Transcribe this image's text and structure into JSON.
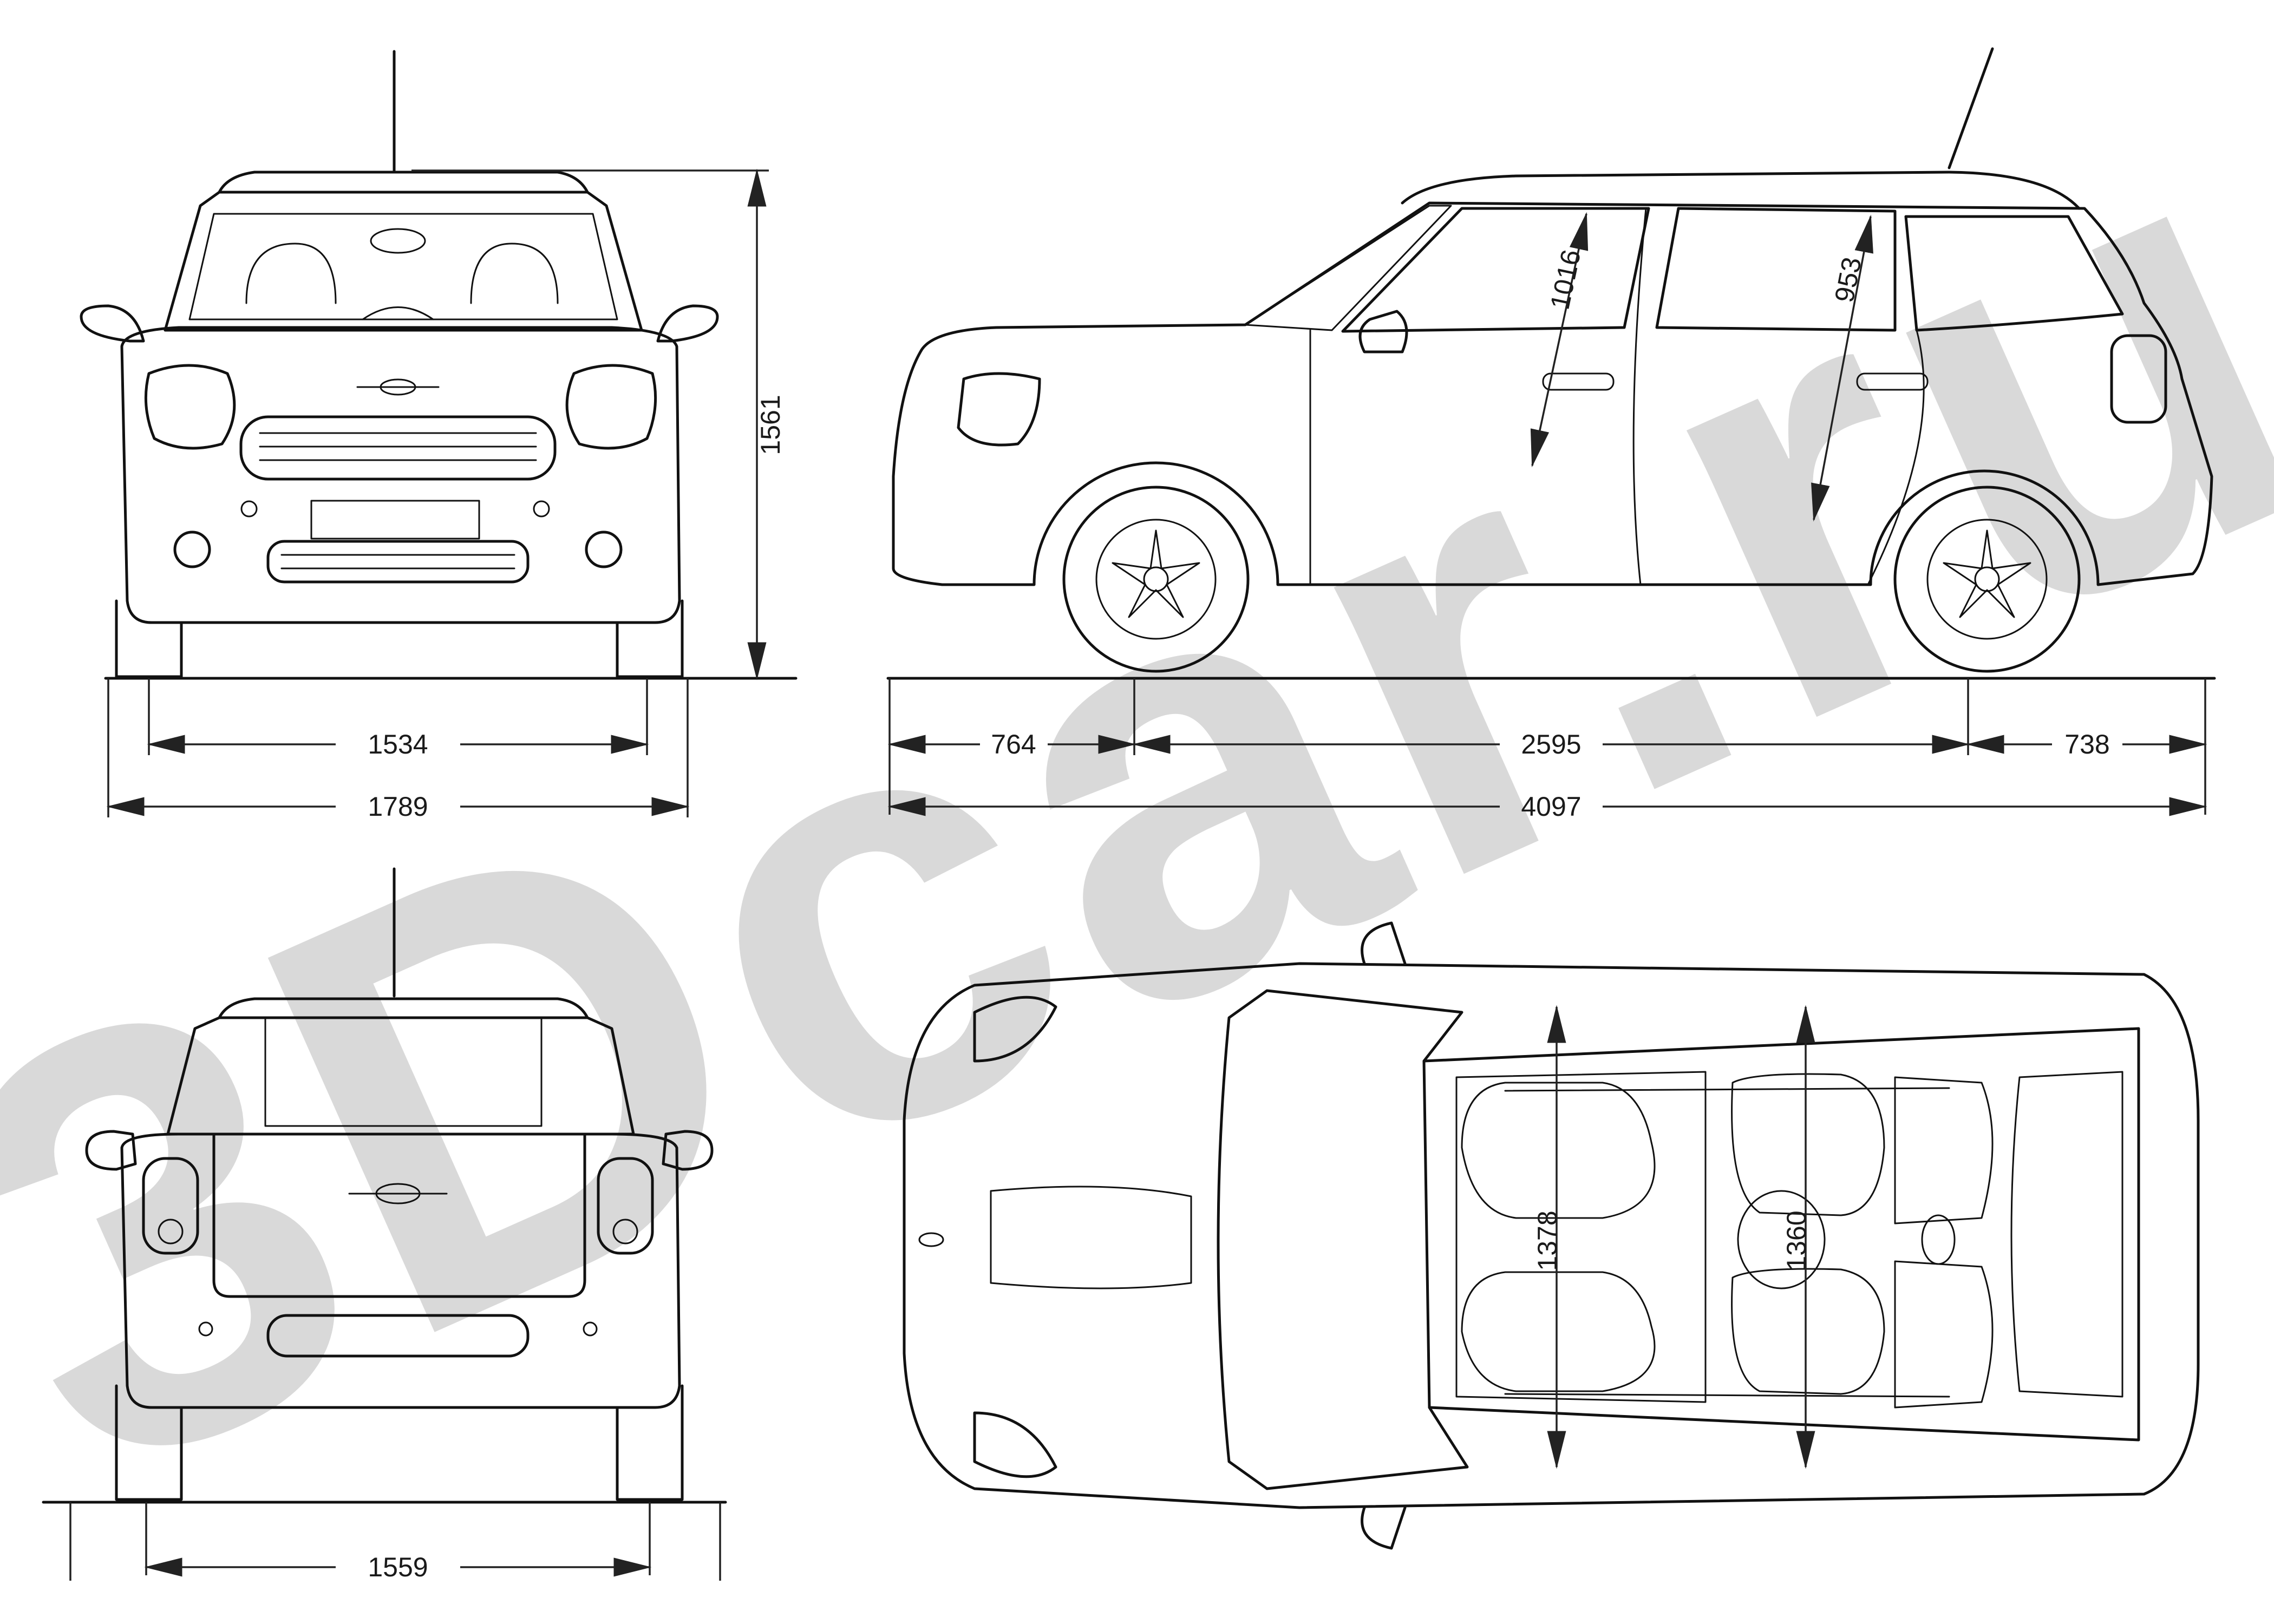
{
  "watermark": {
    "text": "3Dcar.ru",
    "color": "#d9d9d9"
  },
  "dimensions": {
    "front_track": "1534",
    "overall_width": "1789",
    "overall_height": "1561",
    "front_overhang": "764",
    "wheelbase": "2595",
    "rear_overhang": "738",
    "overall_length": "4097",
    "front_door_opening": "1016",
    "rear_door_opening": "953",
    "rear_track": "1559",
    "front_interior_width": "1378",
    "rear_interior_width": "1360"
  },
  "views": [
    "front-view",
    "side-view",
    "rear-view",
    "top-view"
  ]
}
